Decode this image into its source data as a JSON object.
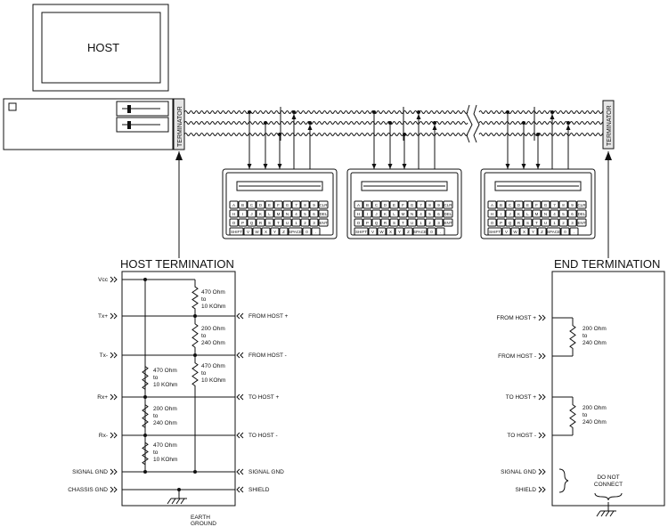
{
  "host": {
    "monitor_label": "HOST",
    "terminator_left": "TERMINATOR",
    "terminator_right": "TERMINATOR"
  },
  "keyboard": {
    "row1": [
      "A",
      "B",
      "C",
      "D",
      "E",
      "F",
      "G",
      "7",
      "8",
      "9",
      "CLR"
    ],
    "row2": [
      "H",
      "I",
      "J",
      "K",
      "L",
      "M",
      "N",
      "4",
      "5",
      "6",
      "DEL"
    ],
    "row3": [
      "O",
      "P",
      "Q",
      "R",
      "S",
      "T",
      "U",
      "1",
      "2",
      "3",
      "ENT"
    ],
    "row4": [
      "SHIFT",
      "V",
      "W",
      "X",
      "Y",
      "Z",
      "SPACE",
      "0",
      "."
    ]
  },
  "host_termination": {
    "title": "HOST TERMINATION",
    "left_labels": [
      "Vcc",
      "Tx+",
      "Tx-",
      "Rx+",
      "Rx-",
      "SIGNAL GND",
      "CHASSIS GND"
    ],
    "right_labels": [
      "FROM HOST +",
      "FROM HOST -",
      "TO HOST +",
      "TO HOST -",
      "SIGNAL GND",
      "SHIELD"
    ],
    "resistors": [
      [
        "470 Ohm",
        "to",
        "10 KOhm"
      ],
      [
        "200 Ohm",
        "to",
        "240 Ohm"
      ],
      [
        "470 Ohm",
        "to",
        "10 KOhm"
      ],
      [
        "470 Ohm",
        "to",
        "10 KOhm"
      ],
      [
        "200 Ohm",
        "to",
        "240 Ohm"
      ],
      [
        "470 Ohm",
        "to",
        "10 KOhm"
      ]
    ],
    "ground_label": [
      "EARTH",
      "GROUND"
    ]
  },
  "end_termination": {
    "title": "END TERMINATION",
    "left_labels": [
      "FROM HOST +",
      "FROM HOST -",
      "TO HOST +",
      "TO HOST -",
      "SIGNAL GND",
      "SHIELD"
    ],
    "resistors": [
      [
        "200 Ohm",
        "to",
        "240 Ohm"
      ],
      [
        "200 Ohm",
        "to",
        "240 Ohm"
      ]
    ],
    "note": [
      "DO NOT",
      "CONNECT"
    ]
  }
}
